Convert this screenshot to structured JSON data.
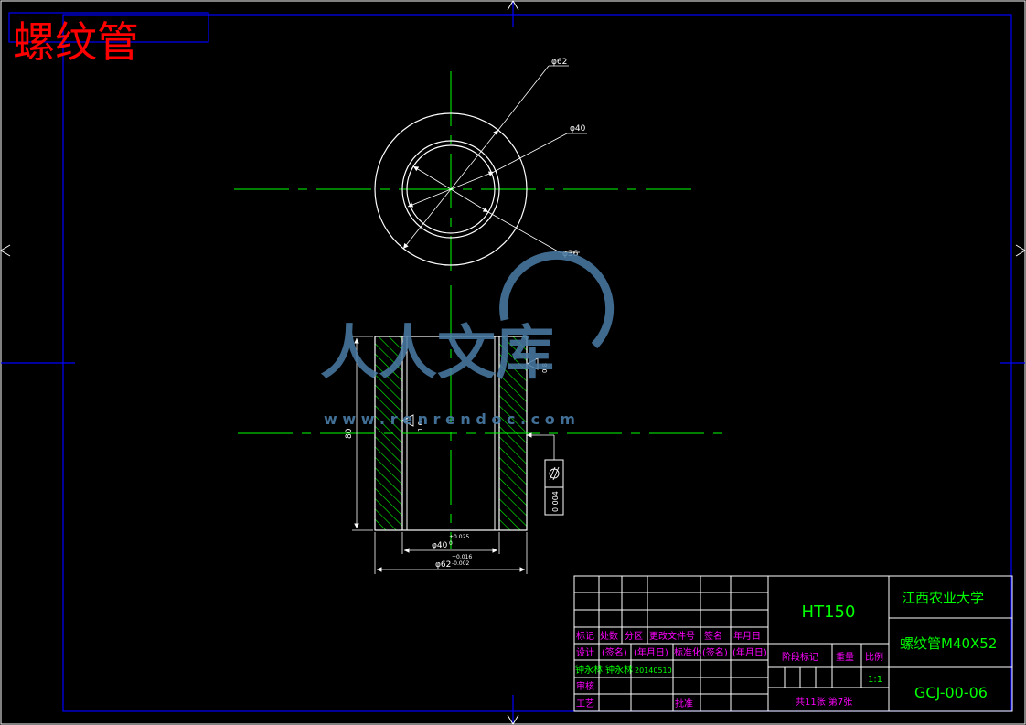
{
  "drawing": {
    "top_title": "螺纹管",
    "watermark": {
      "brand": "人人文库",
      "url": "w w w . r e n r e n d o c . c o m"
    },
    "top_view_dims": {
      "d_outer": "φ62",
      "d_mid": "φ40",
      "d_inner": "φ36"
    },
    "section_dims": {
      "height": "80",
      "bore": "φ40",
      "bore_tol_upper": "+0.025",
      "bore_tol_lower": "0",
      "outer": "φ62",
      "outer_tol_upper": "+0.016",
      "outer_tol_lower": "-0.002",
      "rough_right": "0.8",
      "rough_left": "1.6",
      "tolerance_value": "0.004"
    }
  },
  "title_block": {
    "material": "HT150",
    "university": "江西农业大学",
    "part_name": "螺纹管M40X52",
    "drawing_no": "GCJ-00-06",
    "row_headers": [
      "标记",
      "处数",
      "分区",
      "更改文件号",
      "签名",
      "年月日"
    ],
    "design_row": [
      "设计",
      "(签名)",
      "(年月日)",
      "标准化",
      "(签名)",
      "(年月日)"
    ],
    "name_row": [
      "钟永林",
      "钟永林",
      "20140510"
    ],
    "review": "审核",
    "process": "工艺",
    "approve": "批准",
    "stage_mark": "阶段标记",
    "weight": "重量",
    "scale_label": "比例",
    "scale_value": "1:1",
    "sheets": "共11张 第7张"
  },
  "colors": {
    "frame": "#0000ff",
    "line": "#ffffff",
    "center": "#00ff00",
    "title": "#ff0000",
    "label": "#ff00ff",
    "value": "#00ff00",
    "watermark": "#4a7ca6"
  }
}
